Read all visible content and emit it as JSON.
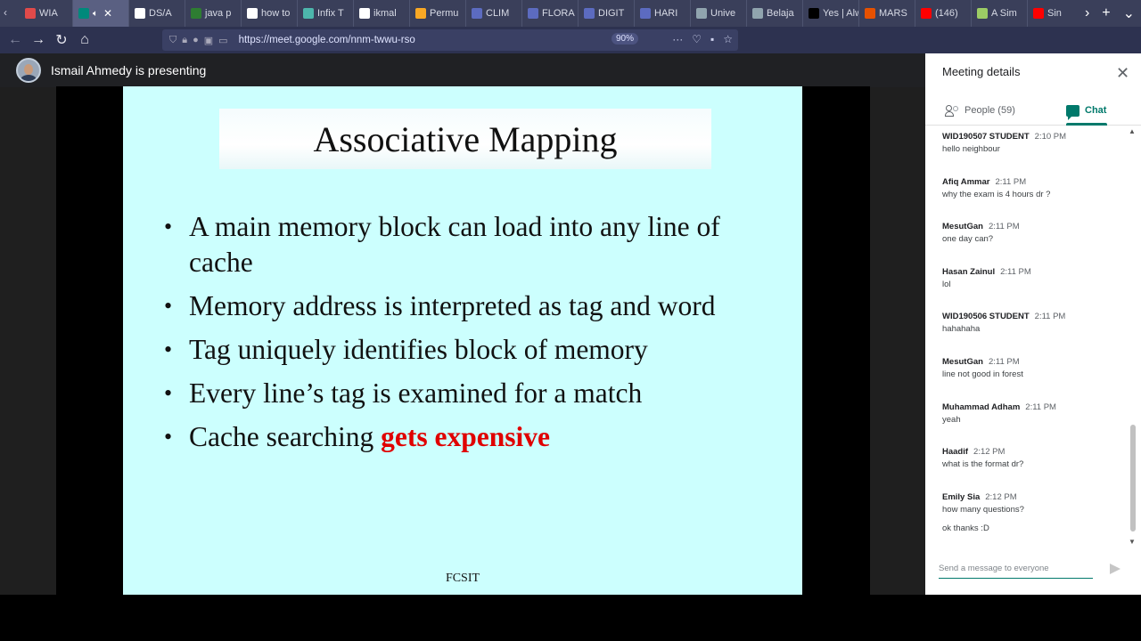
{
  "browser": {
    "tabs": [
      {
        "label": "WIA",
        "color": "#e04a4a",
        "active": false
      },
      {
        "label": "",
        "color": "#00897b",
        "active": true
      },
      {
        "label": "DS/A",
        "color": "#ffffff",
        "active": false
      },
      {
        "label": "java p",
        "color": "#2e7d32",
        "active": false
      },
      {
        "label": "how to",
        "color": "#ffffff",
        "active": false
      },
      {
        "label": "Infix T",
        "color": "#4db6ac",
        "active": false
      },
      {
        "label": "ikmal",
        "color": "#ffffff",
        "active": false
      },
      {
        "label": "Permu",
        "color": "#f9a825",
        "active": false
      },
      {
        "label": "CLIM",
        "color": "#5c6bc0",
        "active": false
      },
      {
        "label": "FLORA",
        "color": "#5c6bc0",
        "active": false
      },
      {
        "label": "DIGIT",
        "color": "#5c6bc0",
        "active": false
      },
      {
        "label": "HARI",
        "color": "#5c6bc0",
        "active": false
      },
      {
        "label": "Unive",
        "color": "#90a4ae",
        "active": false
      },
      {
        "label": "Belaja",
        "color": "#90a4ae",
        "active": false
      },
      {
        "label": "Yes | Alway",
        "color": "#000000",
        "active": false
      },
      {
        "label": "MARS",
        "color": "#e65100",
        "active": false
      },
      {
        "label": "(146)",
        "color": "#ff0000",
        "active": false
      },
      {
        "label": "A Sim",
        "color": "#9ccc65",
        "active": false
      },
      {
        "label": "Sin",
        "color": "#ff0000",
        "active": false
      }
    ],
    "url": "https://meet.google.com/nnm-twwu-rso",
    "zoom": "90%"
  },
  "presenter": {
    "name": "Ismail Ahmedy is presenting"
  },
  "slide": {
    "title": "Associative Mapping",
    "bullets": [
      {
        "text": "A main memory block can load into any line of cache",
        "highlight": ""
      },
      {
        "text": "Memory address is interpreted as tag and word",
        "highlight": ""
      },
      {
        "text": "Tag uniquely identifies block of memory",
        "highlight": ""
      },
      {
        "text": "Every line’s tag is examined for a match",
        "highlight": ""
      },
      {
        "text": "Cache searching ",
        "highlight": "gets expensive"
      }
    ],
    "footer": "FCSIT",
    "bullet_glyph": "•"
  },
  "panel": {
    "title": "Meeting details",
    "people_tab": "People (59)",
    "chat_tab": "Chat",
    "messages": [
      {
        "sender": "WID190507 STUDENT",
        "time": "2:10 PM",
        "text": "hello neighbour"
      },
      {
        "sender": "Afiq Ammar",
        "time": "2:11 PM",
        "text": "why the exam is 4 hours dr ?"
      },
      {
        "sender": "MesutGan",
        "time": "2:11 PM",
        "text": "one day can?"
      },
      {
        "sender": "Hasan Zainul",
        "time": "2:11 PM",
        "text": "lol"
      },
      {
        "sender": "WID190506 STUDENT",
        "time": "2:11 PM",
        "text": "hahahaha"
      },
      {
        "sender": "MesutGan",
        "time": "2:11 PM",
        "text": "line not good in forest"
      },
      {
        "sender": "Muhammad Adham",
        "time": "2:11 PM",
        "text": "yeah"
      },
      {
        "sender": "Haadif",
        "time": "2:12 PM",
        "text": "what is the format dr?"
      },
      {
        "sender": "Emily Sia",
        "time": "2:12 PM",
        "text": "how many questions?"
      }
    ],
    "extra_message": "ok thanks :D",
    "composer_placeholder": "Send a message to everyone"
  }
}
